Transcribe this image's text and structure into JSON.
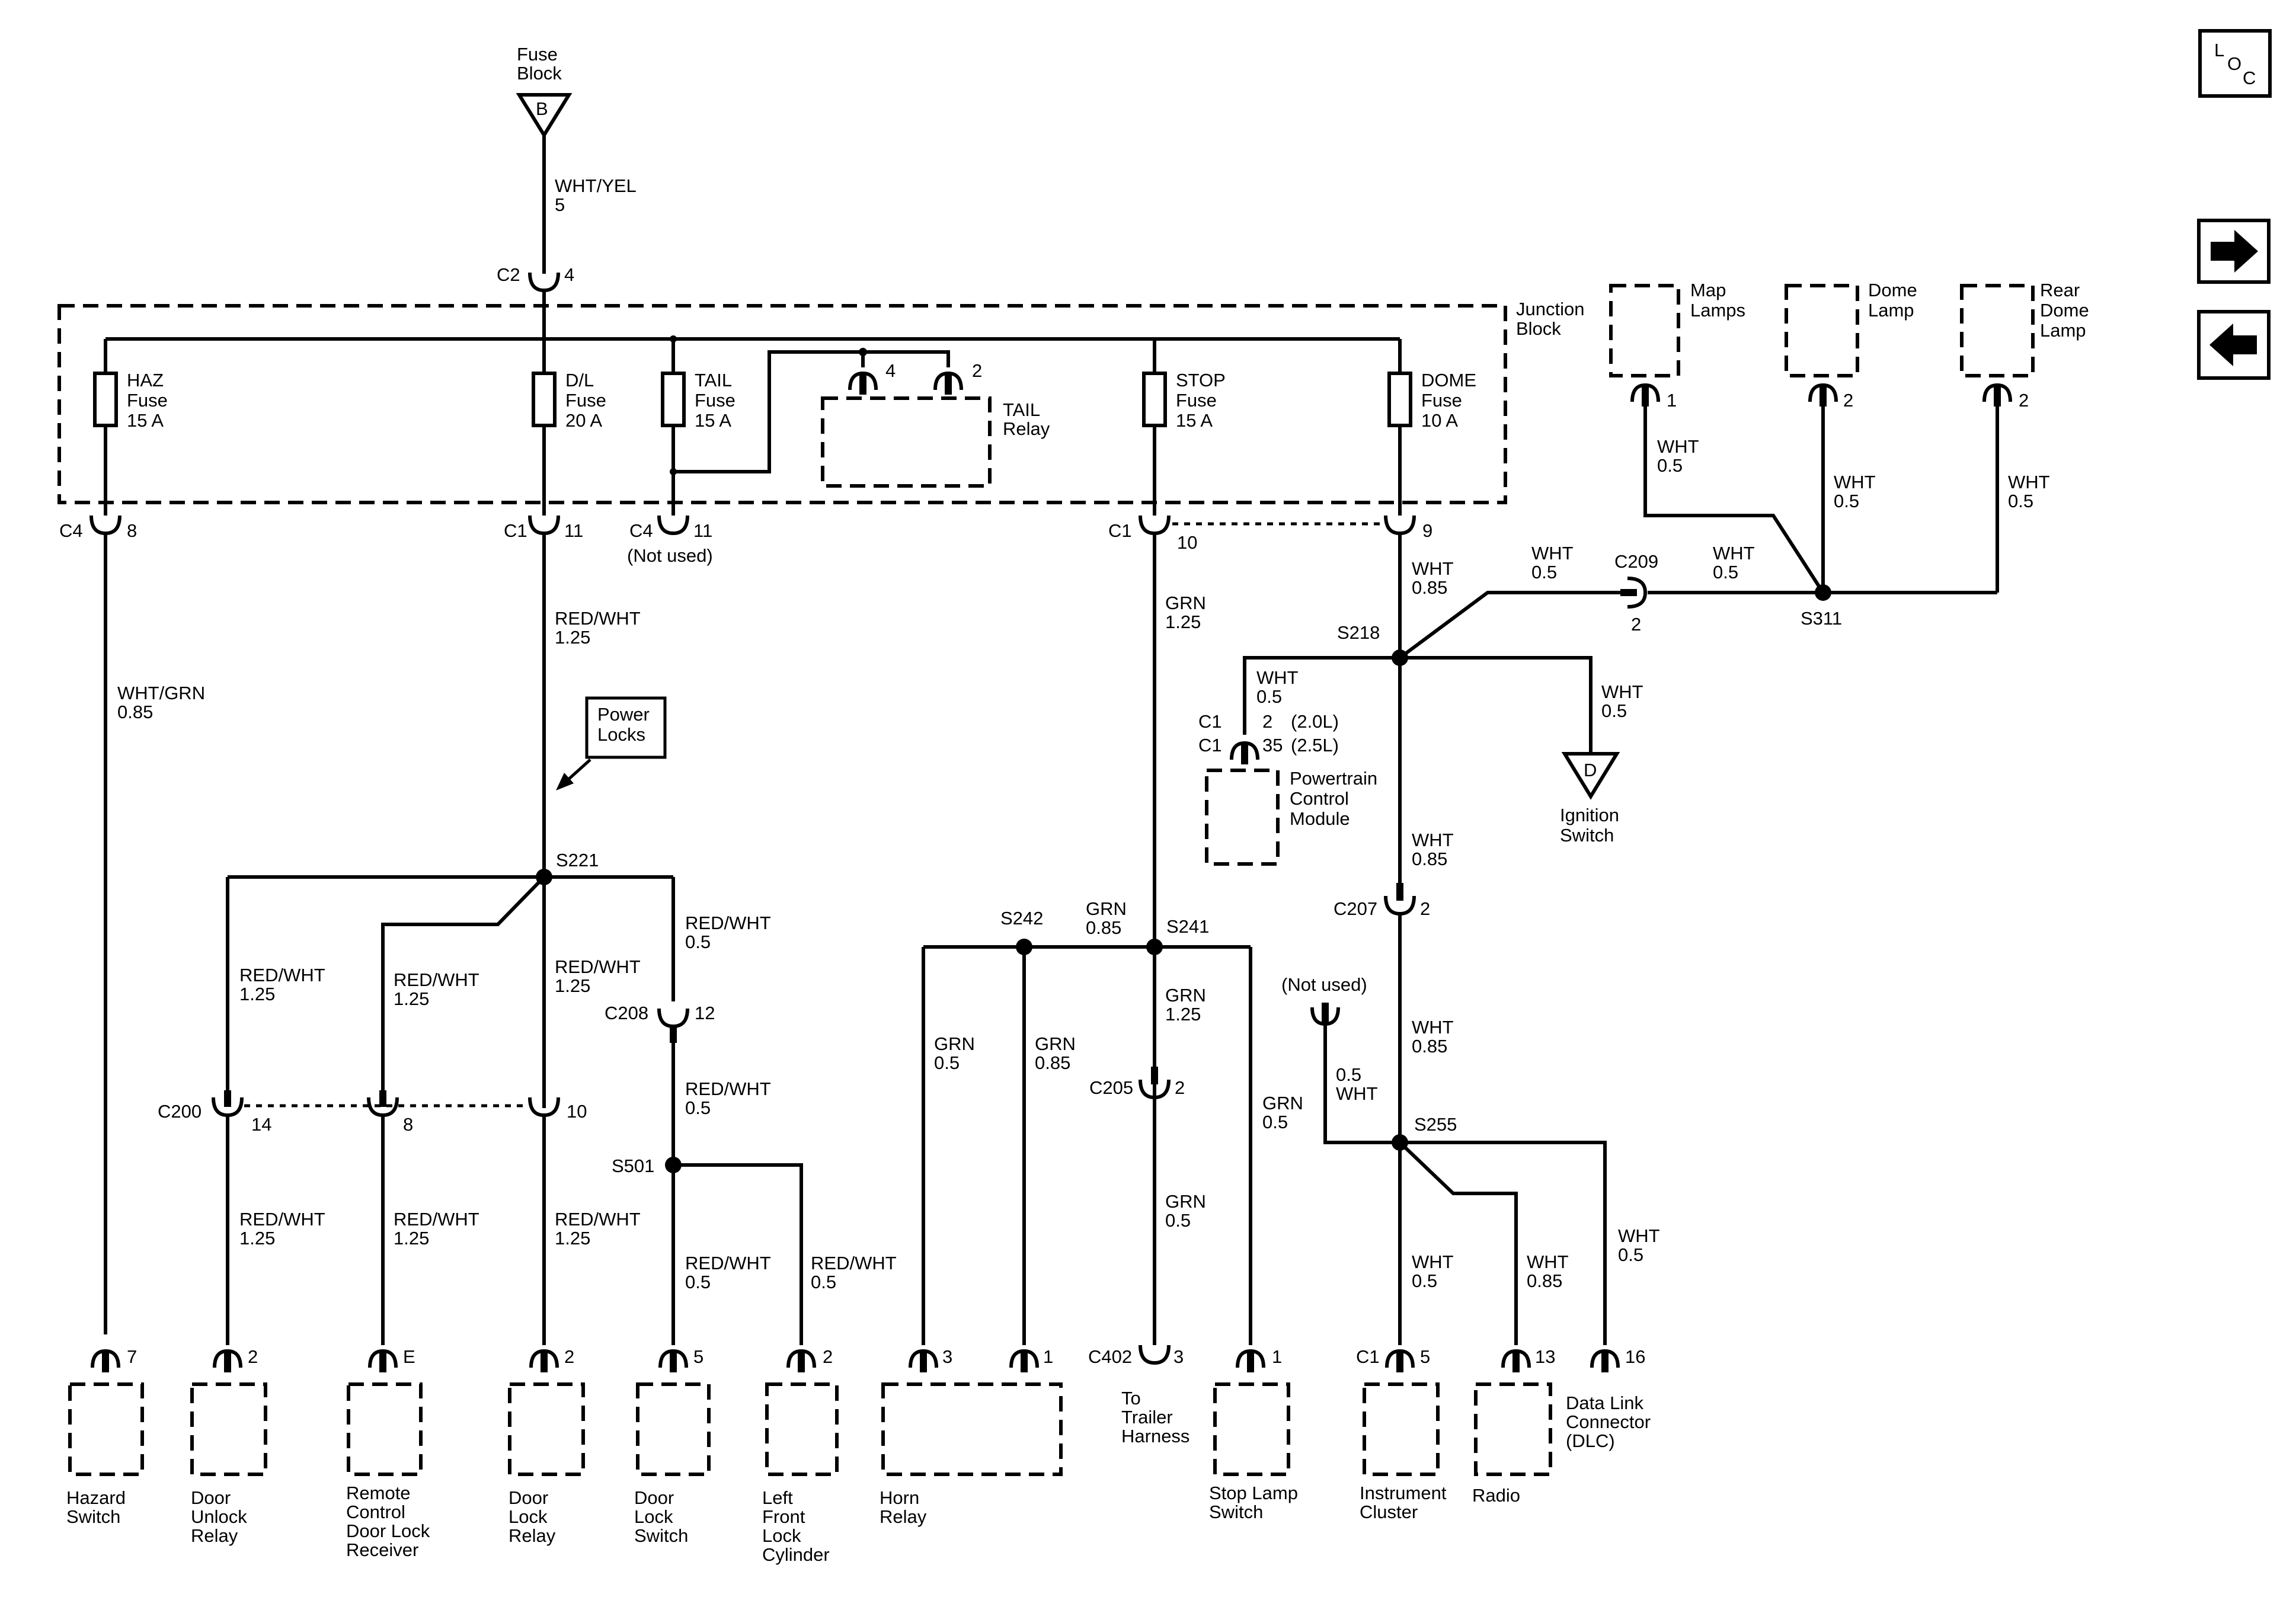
{
  "loc_icon": {
    "l": "L",
    "o": "O",
    "c": "C"
  },
  "nav": {
    "next_icon": "arrow-right-icon",
    "prev_icon": "arrow-left-icon"
  },
  "source": {
    "line1": "Fuse",
    "line2": "Block",
    "letter": "B",
    "wire_color": "WHT/YEL",
    "wire_size": "5",
    "conn": "C2",
    "pin": "4"
  },
  "junction": {
    "line1": "Junction",
    "line2": "Block"
  },
  "fuses": [
    {
      "name": "HAZ",
      "l2": "Fuse",
      "rating": "15 A"
    },
    {
      "name": "D/L",
      "l2": "Fuse",
      "rating": "20 A"
    },
    {
      "name": "TAIL",
      "l2": "Fuse",
      "rating": "15 A"
    },
    {
      "name": "STOP",
      "l2": "Fuse",
      "rating": "15 A"
    },
    {
      "name": "DOME",
      "l2": "Fuse",
      "rating": "10 A"
    }
  ],
  "tail_relay": {
    "line1": "TAIL",
    "line2": "Relay",
    "pin_a": "4",
    "pin_b": "2"
  },
  "jb_connectors": [
    {
      "conn": "C4",
      "pin": "8"
    },
    {
      "conn": "C1",
      "pin": "11"
    },
    {
      "conn": "C4",
      "pin": "11",
      "note": "(Not used)"
    },
    {
      "conn": "C1",
      "pin": "10"
    },
    {
      "pin": "9"
    }
  ],
  "wires": {
    "haz": {
      "color": "WHT/GRN",
      "size": "0.85"
    },
    "dl": {
      "color": "RED/WHT",
      "size": "1.25"
    },
    "stop": {
      "color": "GRN",
      "size": "1.25"
    },
    "dome": {
      "color": "WHT",
      "size": "0.85"
    },
    "s221_left": {
      "color": "RED/WHT",
      "size": "1.25"
    },
    "s221_mid": {
      "color": "RED/WHT",
      "size": "1.25"
    },
    "s221_right": {
      "color": "RED/WHT",
      "size": "1.25"
    },
    "to_c208": {
      "color": "RED/WHT",
      "size": "0.5"
    },
    "c208_s501": {
      "color": "RED/WHT",
      "size": "0.5"
    },
    "c200_a": {
      "color": "RED/WHT",
      "size": "1.25"
    },
    "c200_b": {
      "color": "RED/WHT",
      "size": "1.25"
    },
    "c200_c": {
      "color": "RED/WHT",
      "size": "1.25"
    },
    "s501_a": {
      "color": "RED/WHT",
      "size": "0.5"
    },
    "s501_b": {
      "color": "RED/WHT",
      "size": "0.5"
    },
    "s242_s241": {
      "color": "GRN",
      "size": "0.85"
    },
    "horn_a": {
      "color": "GRN",
      "size": "0.5"
    },
    "horn_b": {
      "color": "GRN",
      "size": "0.85"
    },
    "s241_c205": {
      "color": "GRN",
      "size": "1.25"
    },
    "c205_c402": {
      "color": "GRN",
      "size": "0.5"
    },
    "stop_sw": {
      "color": "GRN",
      "size": "0.5"
    },
    "s218_pcm": {
      "color": "WHT",
      "size": "0.5"
    },
    "s218_ign": {
      "color": "WHT",
      "size": "0.5"
    },
    "s218_c209": {
      "color": "WHT",
      "size": "0.5"
    },
    "c209_s311": {
      "color": "WHT",
      "size": "0.5"
    },
    "map": {
      "color": "WHT",
      "size": "0.5"
    },
    "dome_lamp": {
      "color": "WHT",
      "size": "0.5"
    },
    "rear_dome": {
      "color": "WHT",
      "size": "0.5"
    },
    "s218_c207": {
      "color": "WHT",
      "size": "0.85"
    },
    "c207_s255": {
      "color": "WHT",
      "size": "0.85"
    },
    "notused": {
      "size": "0.5",
      "color": "WHT"
    },
    "ic": {
      "color": "WHT",
      "size": "0.5"
    },
    "radio": {
      "color": "WHT",
      "size": "0.85"
    },
    "dlc": {
      "color": "WHT",
      "size": "0.5"
    }
  },
  "splices": {
    "s221": "S221",
    "s501": "S501",
    "s242": "S242",
    "s241": "S241",
    "s218": "S218",
    "s311": "S311",
    "s255": "S255"
  },
  "connectors": {
    "c200": {
      "name": "C200",
      "p1": "14",
      "p2": "8",
      "p3": "10"
    },
    "c208": {
      "name": "C208",
      "pin": "12"
    },
    "c205": {
      "name": "C205",
      "pin": "2"
    },
    "c207": {
      "name": "C207",
      "pin": "2"
    },
    "c209": {
      "name": "C209",
      "pin": "2"
    },
    "c402": {
      "name": "C402",
      "pin": "3"
    },
    "pcm": {
      "c1a": "C1",
      "pa": "2",
      "va": "(2.0L)",
      "c1b": "C1",
      "pb": "35",
      "vb": "(2.5L)"
    },
    "ic": {
      "name": "C1",
      "pin": "5"
    },
    "notused": "(Not used)"
  },
  "power_locks": {
    "line1": "Power",
    "line2": "Locks"
  },
  "ignition": {
    "letter": "D",
    "line1": "Ignition",
    "line2": "Switch"
  },
  "pcm": {
    "line1": "Powertrain",
    "line2": "Control",
    "line3": "Module"
  },
  "lamps": [
    {
      "line1": "Map",
      "line2": "Lamps",
      "line3": "",
      "pin": "1"
    },
    {
      "line1": "Dome",
      "line2": "Lamp",
      "line3": "",
      "pin": "2"
    },
    {
      "line1": "Rear",
      "line2": "Dome",
      "line3": "Lamp",
      "pin": "2"
    }
  ],
  "components": [
    {
      "pin": "7",
      "lines": [
        "Hazard",
        "Switch"
      ]
    },
    {
      "pin": "2",
      "lines": [
        "Door",
        "Unlock",
        "Relay"
      ]
    },
    {
      "pin": "E",
      "lines": [
        "Remote",
        "Control",
        "Door Lock",
        "Receiver"
      ]
    },
    {
      "pin": "2",
      "lines": [
        "Door",
        "Lock",
        "Relay"
      ]
    },
    {
      "pin": "5",
      "lines": [
        "Door",
        "Lock",
        "Switch"
      ]
    },
    {
      "pin": "2",
      "lines": [
        "Left",
        "Front",
        "Lock",
        "Cylinder"
      ]
    },
    {
      "pin_a": "3",
      "pin_b": "1",
      "lines": [
        "Horn",
        "Relay"
      ]
    },
    {
      "lines": [
        "To",
        "Trailer",
        "Harness"
      ]
    },
    {
      "pin": "1",
      "lines": [
        "Stop Lamp",
        "Switch"
      ]
    },
    {
      "lines": [
        "Instrument",
        "Cluster"
      ]
    },
    {
      "pin": "13",
      "lines": [
        "Radio"
      ]
    },
    {
      "pin": "16",
      "lines": [
        "Data Link",
        "Connector",
        "(DLC)"
      ]
    }
  ]
}
